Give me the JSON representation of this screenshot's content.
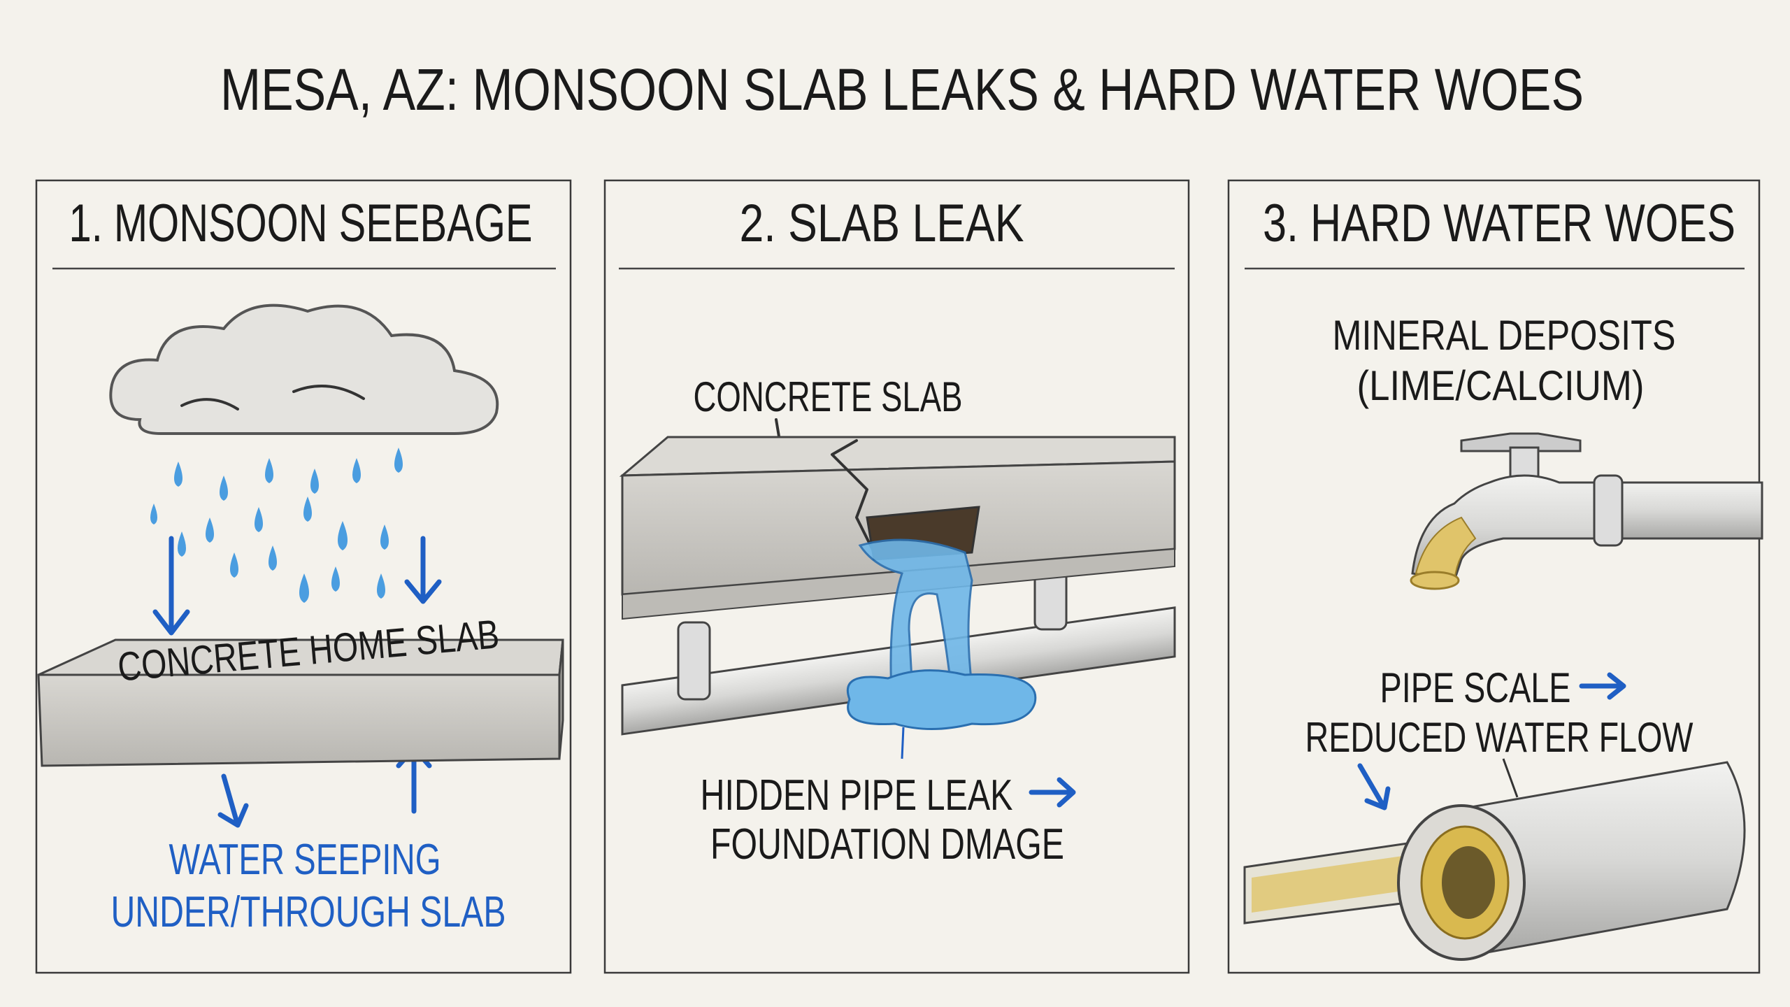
{
  "title": "MESA, AZ: MONSOON SLAB LEAKS & HARD WATER WOES",
  "colors": {
    "background": "#f4f2ec",
    "accent_blue": "#1f5fc4",
    "water": "#6fb7e8",
    "concrete": "#cfcdc8",
    "mineral": "#e0c46a"
  },
  "panels": [
    {
      "heading": "1. MONSOON SEEBAGE",
      "slab_label": "CONCRETE HOME SLAB",
      "caption_lines": [
        "WATER SEEPING",
        "UNDER/THROUGH SLAB"
      ],
      "icons": [
        "rain-cloud-icon",
        "raindrops",
        "concrete-slab"
      ]
    },
    {
      "heading": "2. SLAB LEAK",
      "slab_label": "CONCRETE SLAB",
      "caption_lines": [
        "HIDDEN PIPE LEAK",
        "FOUNDATION DMAGE"
      ],
      "icons": [
        "cracked-slab",
        "leaking-pipe",
        "water-puddle"
      ]
    },
    {
      "heading": "3. HARD WATER WOES",
      "top_label_lines": [
        "MINERAL DEPOSITS",
        "(LIME/CALCIUM)"
      ],
      "caption_lines": [
        "PIPE SCALE",
        "REDUCED WATER FLOW"
      ],
      "icons": [
        "faucet-icon",
        "scaled-pipe"
      ]
    }
  ]
}
